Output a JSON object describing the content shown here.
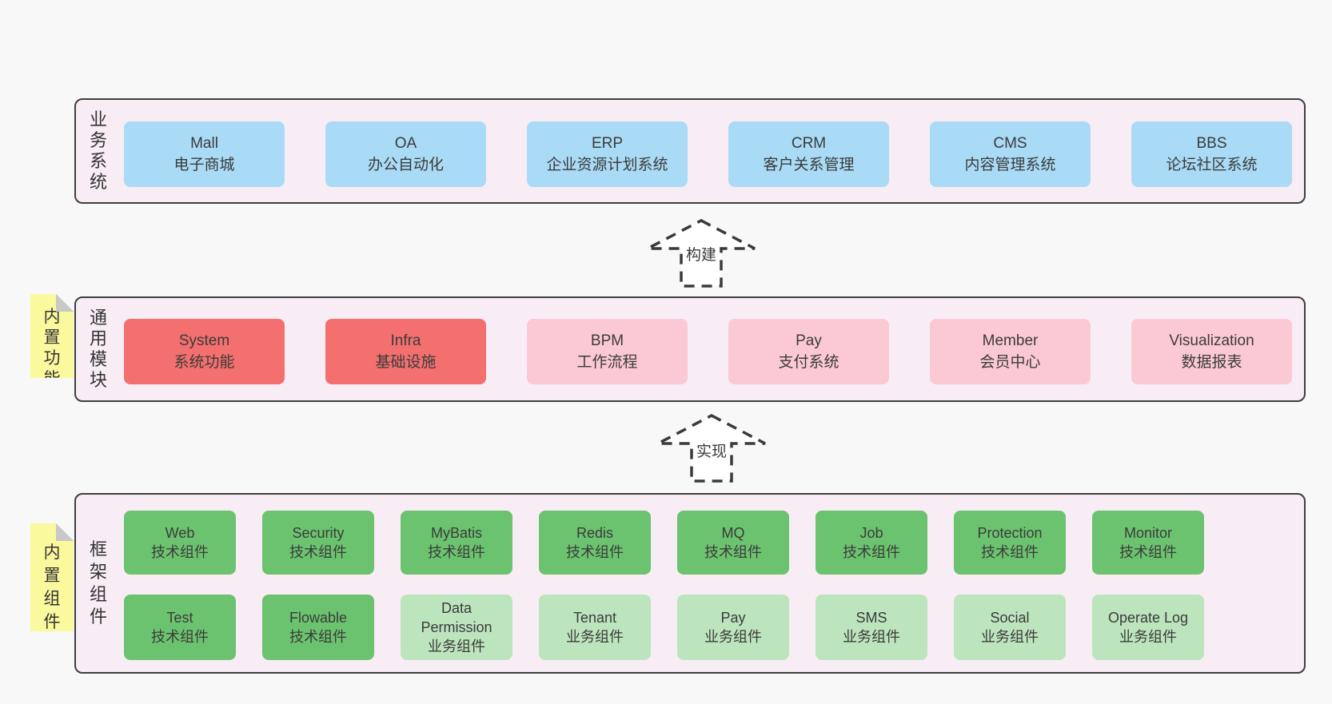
{
  "diagram": {
    "arrows": [
      {
        "label": "构建"
      },
      {
        "label": "实现"
      }
    ],
    "business": {
      "side_label": "业务系统",
      "boxes": [
        {
          "en": "Mall",
          "zh": "电子商城"
        },
        {
          "en": "OA",
          "zh": "办公自动化"
        },
        {
          "en": "ERP",
          "zh": "企业资源计划系统"
        },
        {
          "en": "CRM",
          "zh": "客户关系管理"
        },
        {
          "en": "CMS",
          "zh": "内容管理系统"
        },
        {
          "en": "BBS",
          "zh": "论坛社区系统"
        }
      ]
    },
    "modules": {
      "side_label": "通用模块",
      "sticky": "内置功能",
      "boxes": [
        {
          "en": "System",
          "zh": "系统功能"
        },
        {
          "en": "Infra",
          "zh": "基础设施"
        },
        {
          "en": "BPM",
          "zh": "工作流程"
        },
        {
          "en": "Pay",
          "zh": "支付系统"
        },
        {
          "en": "Member",
          "zh": "会员中心"
        },
        {
          "en": "Visualization",
          "zh": "数据报表"
        }
      ]
    },
    "components": {
      "side_label": "框架组件",
      "sticky": "内置组件",
      "row1": [
        {
          "en": "Web",
          "zh": "技术组件"
        },
        {
          "en": "Security",
          "zh": "技术组件"
        },
        {
          "en": "MyBatis",
          "zh": "技术组件"
        },
        {
          "en": "Redis",
          "zh": "技术组件"
        },
        {
          "en": "MQ",
          "zh": "技术组件"
        },
        {
          "en": "Job",
          "zh": "技术组件"
        },
        {
          "en": "Protection",
          "zh": "技术组件"
        },
        {
          "en": "Monitor",
          "zh": "技术组件"
        }
      ],
      "row2": [
        {
          "en": "Test",
          "zh": "技术组件"
        },
        {
          "en": "Flowable",
          "zh": "技术组件"
        },
        {
          "en": "Data Permission",
          "zh": "业务组件"
        },
        {
          "en": "Tenant",
          "zh": "业务组件"
        },
        {
          "en": "Pay",
          "zh": "业务组件"
        },
        {
          "en": "SMS",
          "zh": "业务组件"
        },
        {
          "en": "Social",
          "zh": "业务组件"
        },
        {
          "en": "Operate Log",
          "zh": "业务组件"
        }
      ]
    },
    "colors": {
      "blue": "#a9dbf6",
      "red": "#f3706f",
      "pink": "#fbc9d3",
      "green": "#6cc36f",
      "light_green": "#bce5bd",
      "sticky_yellow": "#fbf99e",
      "panel_background": "#f8edf5"
    }
  }
}
